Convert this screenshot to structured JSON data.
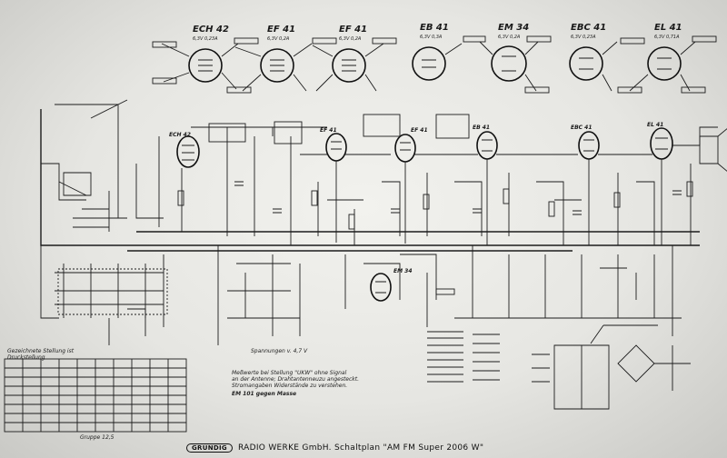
{
  "tubes_top": [
    {
      "name": "ECH 42",
      "spec": "6,3V 0,23A"
    },
    {
      "name": "EF 41",
      "spec": "6,3V 0,2A"
    },
    {
      "name": "EF 41",
      "spec": "6,3V 0,2A"
    },
    {
      "name": "EB 41",
      "spec": "6,3V 0,3A"
    },
    {
      "name": "EM 34",
      "spec": "6,3V 0,2A"
    },
    {
      "name": "EBC 41",
      "spec": "6,3V 0,23A"
    },
    {
      "name": "EL 41",
      "spec": "6,3V 0,71A"
    }
  ],
  "tubes_schematic": [
    "ECH 42",
    "EF 41",
    "EF 41",
    "EB 41",
    "EM 34",
    "EBC 41",
    "EL 41"
  ],
  "notes": {
    "left_heading": "Gezeichnete Stellung ist Druckstellung",
    "middle_note": "Spannungen v. 4,7 V",
    "measure_note_1": "Meßwerte bei Stellung \"UKW\" ohne Signal",
    "measure_note_2": "an der Antenne; Drahtantenneuzu angesteckt.",
    "measure_note_3": "Stromangaben Widerstände zu verstehen.",
    "measure_note_4": "EM 101 gegen Masse",
    "bottom_left": "Gruppe 12,5"
  },
  "footer": {
    "logo": "GRUNDIG",
    "text": "RADIO WERKE GmbH. Schaltplan \"AM FM Super 2006 W\""
  }
}
